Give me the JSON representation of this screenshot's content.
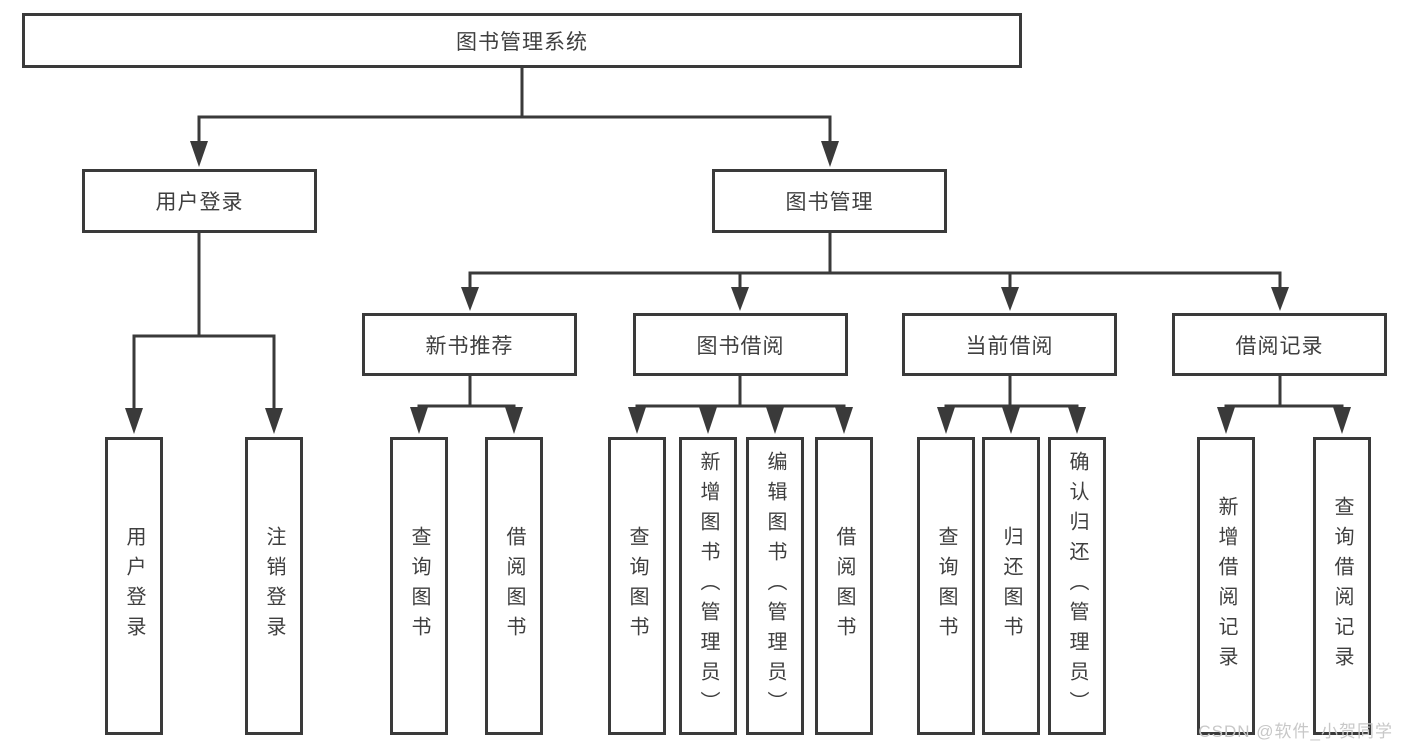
{
  "diagram": {
    "root": {
      "label": "图书管理系统",
      "children": [
        {
          "label": "用户登录",
          "children": [
            {
              "label": "用户登录"
            },
            {
              "label": "注销登录"
            }
          ]
        },
        {
          "label": "图书管理",
          "children": [
            {
              "label": "新书推荐",
              "children": [
                {
                  "label": "查询图书"
                },
                {
                  "label": "借阅图书"
                }
              ]
            },
            {
              "label": "图书借阅",
              "children": [
                {
                  "label": "查询图书"
                },
                {
                  "label": "新增图书（管理员）"
                },
                {
                  "label": "编辑图书（管理员）"
                },
                {
                  "label": "借阅图书"
                }
              ]
            },
            {
              "label": "当前借阅",
              "children": [
                {
                  "label": "查询图书"
                },
                {
                  "label": "归还图书"
                },
                {
                  "label": "确认归还（管理员）"
                }
              ]
            },
            {
              "label": "借阅记录",
              "children": [
                {
                  "label": "新增借阅记录"
                },
                {
                  "label": "查询借阅记录"
                }
              ]
            }
          ]
        }
      ]
    }
  },
  "watermark": {
    "text": "CSDN @软件_小贺同学"
  },
  "colors": {
    "line": "#3a3a3a",
    "text": "#3f3f3f",
    "watermark": "#c8c8c8",
    "background": "#ffffff"
  }
}
